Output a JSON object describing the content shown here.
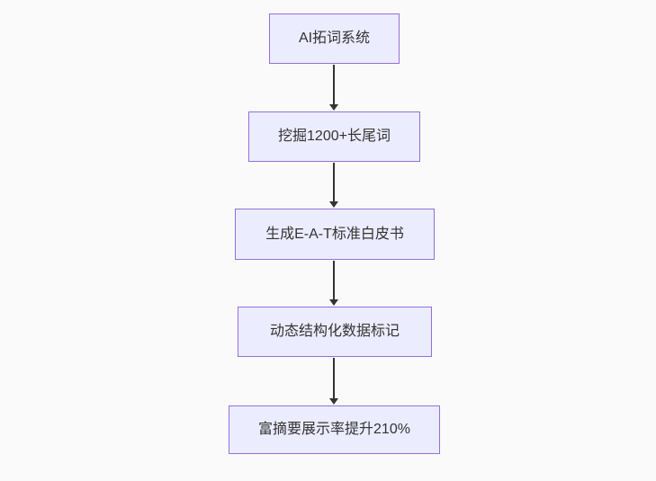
{
  "diagram": {
    "type": "flowchart",
    "direction": "top-down",
    "nodes": [
      {
        "label": "AI拓词系统"
      },
      {
        "label": "挖掘1200+长尾词"
      },
      {
        "label": "生成E-A-T标准白皮书"
      },
      {
        "label": "动态结构化数据标记"
      },
      {
        "label": "富摘要展示率提升210%"
      }
    ],
    "edges": [
      {
        "from": 0,
        "to": 1,
        "style": "arrow-down"
      },
      {
        "from": 1,
        "to": 2,
        "style": "arrow-down"
      },
      {
        "from": 2,
        "to": 3,
        "style": "arrow-down"
      },
      {
        "from": 3,
        "to": 4,
        "style": "arrow-down"
      }
    ],
    "colors": {
      "background": "#fafafa",
      "node_fill": "#ececff",
      "node_border": "#9370db",
      "node_text": "#333333",
      "arrow": "#333333"
    }
  }
}
